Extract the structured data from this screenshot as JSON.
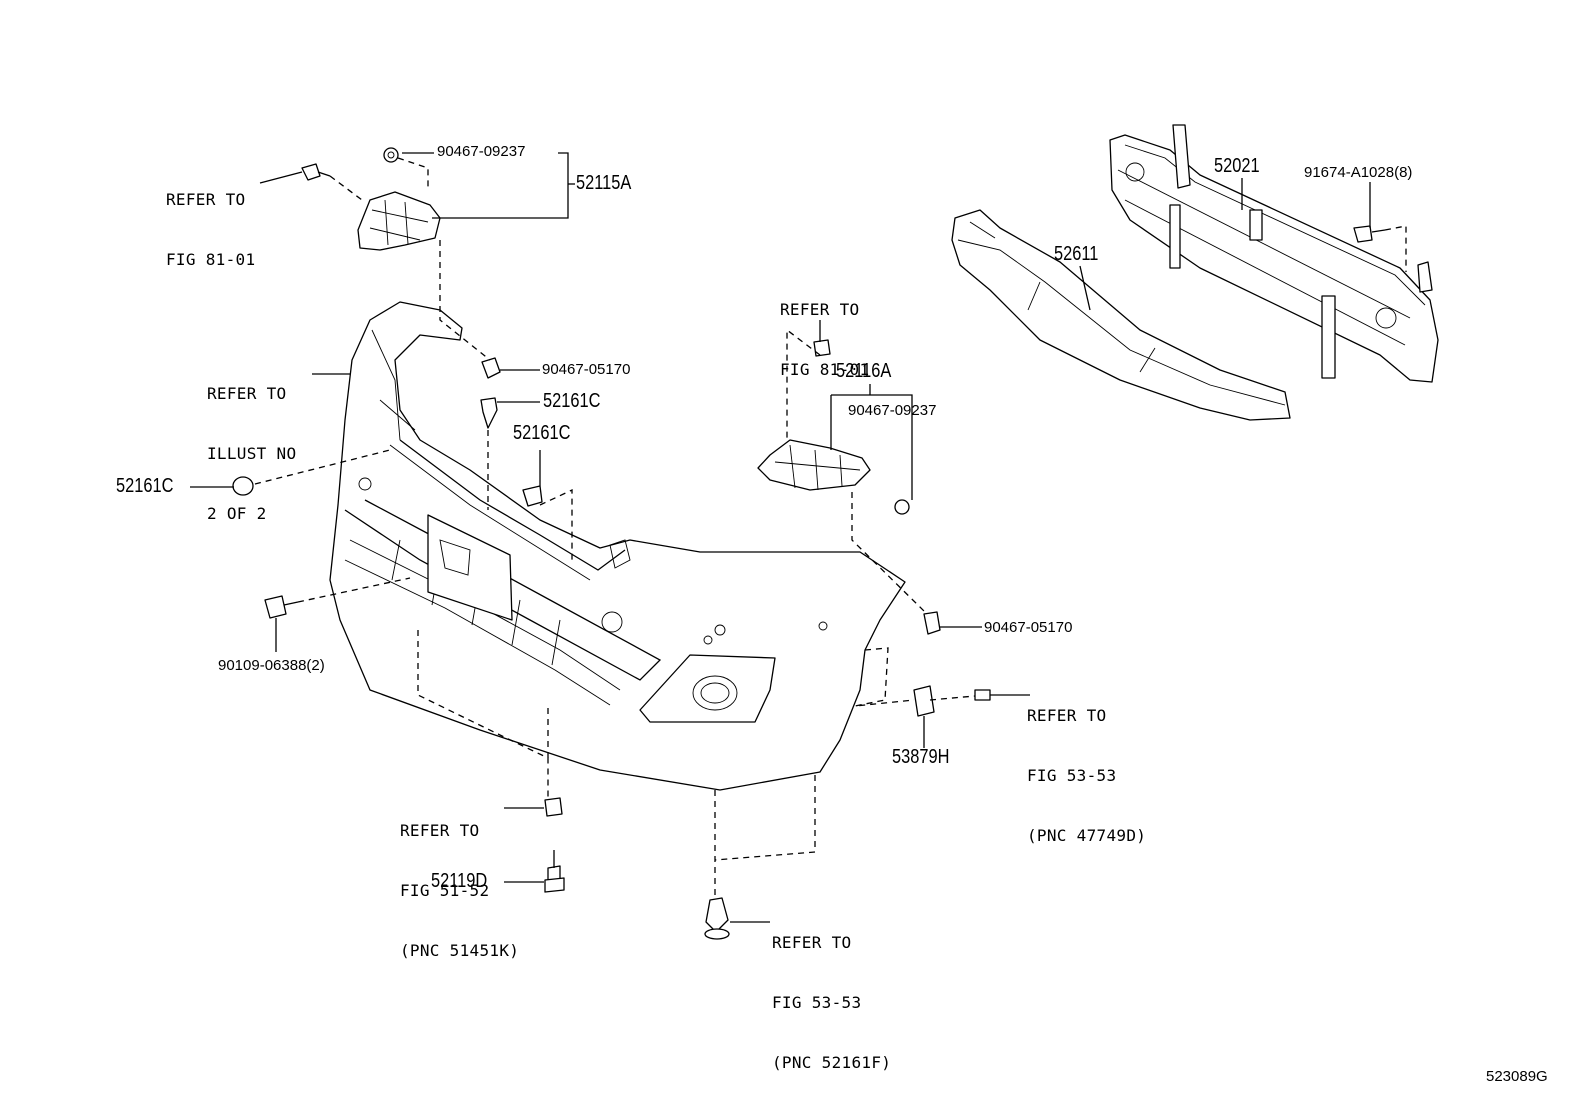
{
  "labels": {
    "refer_fig_81_01_left": [
      "REFER TO",
      "FIG 81-01"
    ],
    "refer_fig_81_01_mid": [
      "REFER TO",
      "FIG 81-01"
    ],
    "refer_illust": [
      "REFER TO",
      "ILLUST NO",
      "2 OF 2"
    ],
    "refer_fig_51_52": [
      "REFER TO",
      "FIG 51-52",
      "(PNC 51451K)"
    ],
    "refer_fig_53_53_right": [
      "REFER TO",
      "FIG 53-53",
      "(PNC 47749D)"
    ],
    "refer_fig_53_53_bottom": [
      "REFER TO",
      "FIG 53-53",
      "(PNC 52161F)"
    ]
  },
  "parts": {
    "p90467_09237_top": "90467-09237",
    "p52115A": "52115A",
    "p90467_05170_left": "90467-05170",
    "p52161C_a": "52161C",
    "p52161C_b": "52161C",
    "p52161C_c": "52161C",
    "p90109_06388": "90109-06388(2)",
    "p52116A": "52116A",
    "p90467_09237_mid": "90467-09237",
    "p90467_05170_right": "90467-05170",
    "p53879H": "53879H",
    "p52119D": "52119D",
    "p52021": "52021",
    "p91674_A1028": "91674-A1028(8)",
    "p52611": "52611"
  },
  "figure_code": "523089G"
}
